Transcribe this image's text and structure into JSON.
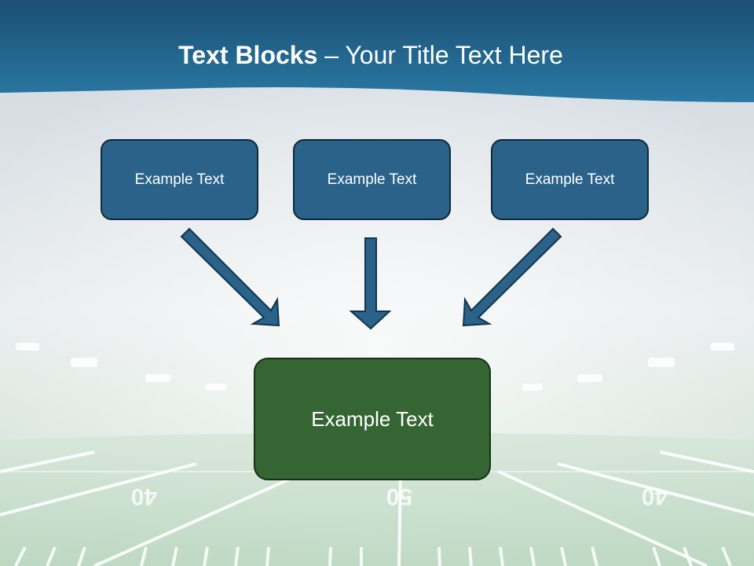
{
  "slide": {
    "title_bold": "Text Blocks",
    "title_rest": " – Your Title Text Here",
    "blocks": [
      {
        "label": "Example Text"
      },
      {
        "label": "Example Text"
      },
      {
        "label": "Example Text"
      }
    ],
    "target_block": {
      "label": "Example Text"
    },
    "field_numbers": [
      "40",
      "50",
      "40"
    ]
  },
  "colors": {
    "header_band": "#1f5f87",
    "block_fill": "#2a6289",
    "target_fill": "#356533",
    "arrow_fill": "#2a6289"
  }
}
